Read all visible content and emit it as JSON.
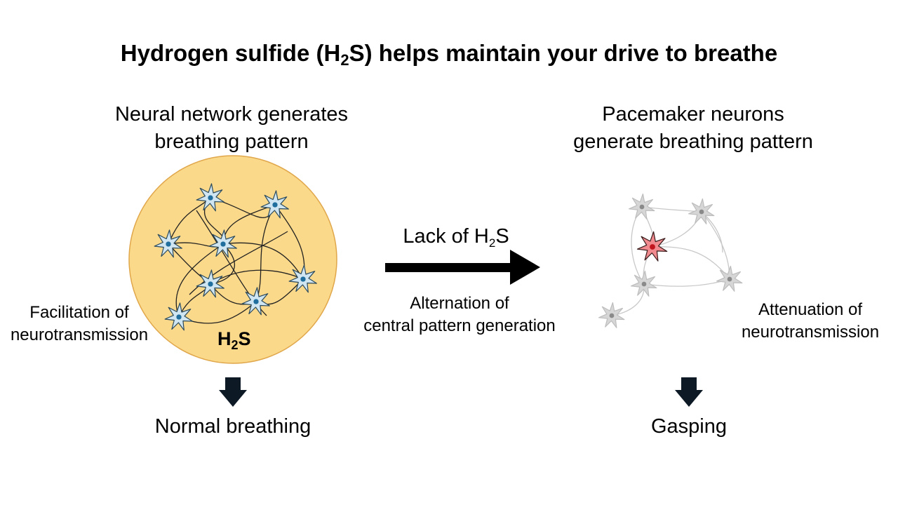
{
  "title": {
    "before": "Hydrogen sulfide (H",
    "sub": "2",
    "after": "S) helps maintain your drive to breathe"
  },
  "left_panel": {
    "heading_line1": "Neural network generates",
    "heading_line2": "breathing pattern",
    "side_line1": "Facilitation of",
    "side_line2": "neurotransmission",
    "h2s_main": "H",
    "h2s_sub": "2",
    "h2s_end": "S",
    "outcome": "Normal breathing",
    "circle_color": "#fbd98a",
    "neuron_color": "#cfe6f2",
    "nucleus_color": "#1f6e9e"
  },
  "middle": {
    "lack_before": "Lack of H",
    "lack_sub": "2",
    "lack_after": "S",
    "caption_line1": "Alternation of",
    "caption_line2": "central pattern generation"
  },
  "right_panel": {
    "heading_line1": "Pacemaker neurons",
    "heading_line2": "generate breathing pattern",
    "side_line1": "Attenuation of",
    "side_line2": "neurotransmission",
    "outcome": "Gasping",
    "pacemaker_color": "#f08a8e",
    "neuron_color": "#d6d6d6"
  }
}
